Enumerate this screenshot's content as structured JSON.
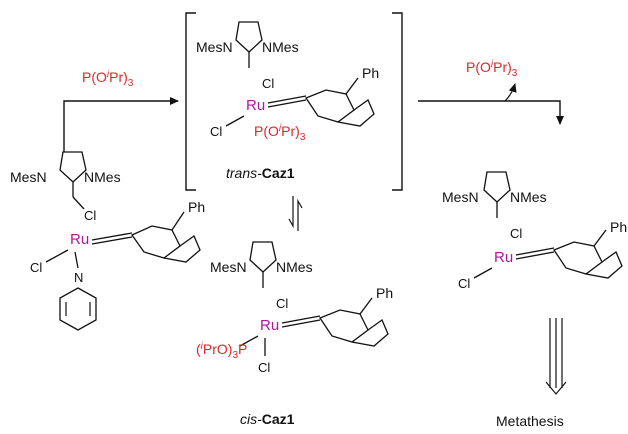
{
  "colors": {
    "ink": "#111111",
    "ruthenium": "#b0179b",
    "phosphite": "#e1262b"
  },
  "labels": {
    "mes": "Mes",
    "n": "N",
    "cl": "Cl",
    "ru": "Ru",
    "ph": "Ph",
    "p": "P",
    "ligand_o": "(O",
    "ligand_ipr": "i",
    "ligand_pr": "Pr)",
    "ligand_sub3": "3",
    "ligand_p_prefix": "P",
    "cis_ligand_open": "(",
    "cis_ligand_rest": "PrO)",
    "cis_ligand_p": "P"
  },
  "captions": {
    "trans_prefix": "trans-",
    "trans_bold": "Caz1",
    "cis_prefix": "cis-",
    "cis_bold": "Caz1",
    "metathesis": "Metathesis"
  },
  "reagents": {
    "left_arrow": "P(O",
    "right_arrow": "P(O"
  }
}
